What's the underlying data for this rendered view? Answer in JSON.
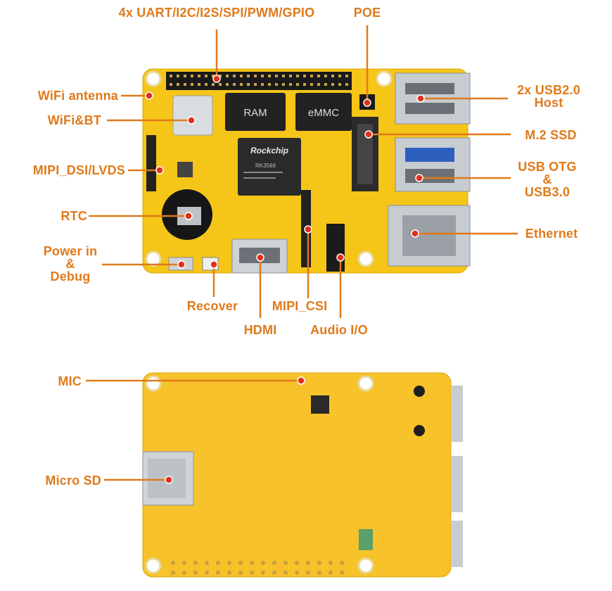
{
  "labels": {
    "gpio": "4x UART/I2C/I2S/SPI/PWM/GPIO",
    "poe": "POE",
    "wifi_antenna": "WiFi antenna",
    "wifi_bt": "WiFi&BT",
    "mipi_dsi": "MIPI_DSI/LVDS",
    "rtc": "RTC",
    "power_debug": [
      "Power in",
      "&",
      "Debug"
    ],
    "recover": "Recover",
    "hdmi": "HDMI",
    "mipi_csi": "MIPI_CSI",
    "audio": "Audio I/O",
    "usb2": [
      "2x USB2.0",
      "Host"
    ],
    "m2": "M.2 SSD",
    "usb_otg": [
      "USB OTG",
      "&",
      "USB3.0"
    ],
    "ethernet": "Ethernet",
    "mic": "MIC",
    "microsd": "Micro SD"
  },
  "chips": {
    "ram": "RAM",
    "emmc": "eMMC",
    "soc_brand": "Rockchip",
    "soc_model": "RK3566"
  },
  "colors": {
    "accent": "#e07a1a",
    "board": "#f5c518",
    "board_back": "#f7c22a",
    "dot": "#e0301a"
  }
}
